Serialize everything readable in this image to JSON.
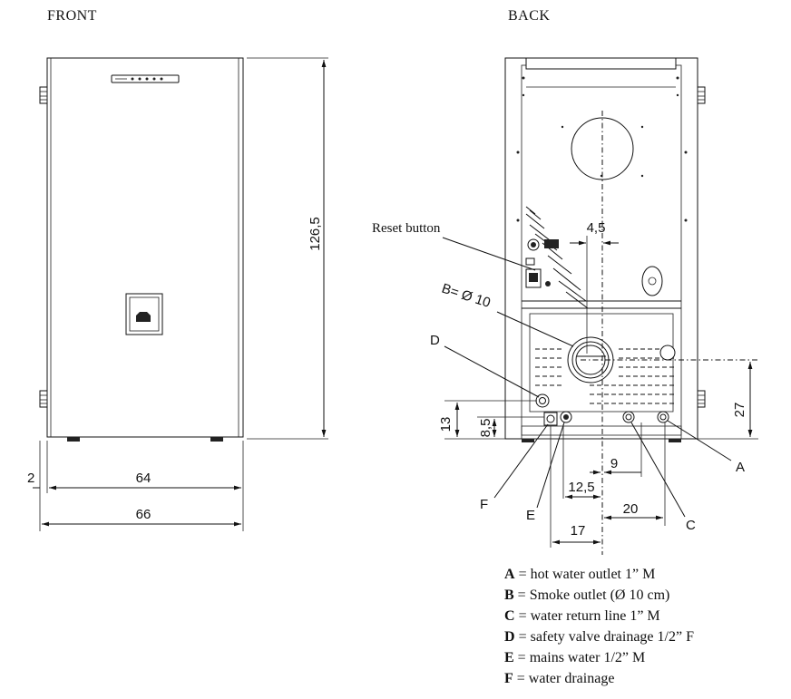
{
  "views": {
    "front": "FRONT",
    "back": "BACK"
  },
  "front_dims": {
    "height": "126,5",
    "depth_inner": "64",
    "depth_outer": "66",
    "side": "2"
  },
  "back_dims": {
    "offset_top": "4,5",
    "h_flue": "27",
    "h_d": "13",
    "h_fe": "8,5",
    "c_to_a": "9",
    "e_offset": "12,5",
    "c_offset": "20",
    "f_offset": "17"
  },
  "callouts": {
    "reset": "Reset button",
    "b": "B= Ø 10",
    "a": "A",
    "c": "C",
    "d": "D",
    "e": "E",
    "f": "F"
  },
  "legend": [
    {
      "key": "A",
      "text": " = hot water outlet 1” M"
    },
    {
      "key": "B",
      "text": " = Smoke outlet (Ø 10 cm)"
    },
    {
      "key": "C",
      "text": " = water return line 1” M"
    },
    {
      "key": "D",
      "text": " = safety valve drainage 1/2” F"
    },
    {
      "key": "E",
      "text": " = mains water 1/2” M"
    },
    {
      "key": "F",
      "text": " = water drainage"
    }
  ]
}
